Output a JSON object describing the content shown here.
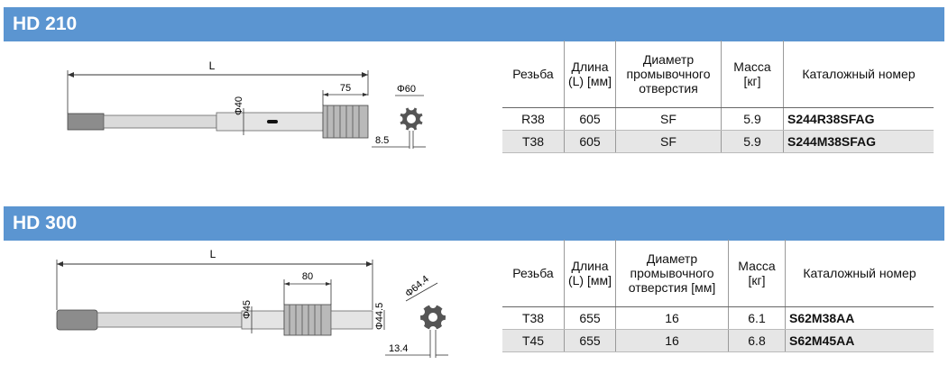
{
  "sections": [
    {
      "title": "HD 210",
      "drawing": {
        "length_label": "L",
        "diameter_label": "Φ40",
        "spline_length_label": "75",
        "end_diameter_label": "Φ60",
        "flush_label": "8.5"
      },
      "table": {
        "headers": [
          "Резьба",
          "Длина (L) [мм]",
          "Диаметр промывочного отверстия",
          "Масса [кг]",
          "Каталожный номер"
        ],
        "rows": [
          [
            "R38",
            "605",
            "SF",
            "5.9",
            "S244R38SFAG"
          ],
          [
            "T38",
            "605",
            "SF",
            "5.9",
            "S244M38SFAG"
          ]
        ]
      }
    },
    {
      "title": "HD 300",
      "drawing": {
        "length_label": "L",
        "diameter_label": "Φ45",
        "spline_length_label": "80",
        "collar_diameter_label": "Φ44.5",
        "end_diameter_label": "Φ64.4",
        "flush_label": "13.4"
      },
      "table": {
        "headers": [
          "Резьба",
          "Длина (L) [мм]",
          "Диаметр промывочного отверстия [мм]",
          "Масса [кг]",
          "Каталожный номер"
        ],
        "rows": [
          [
            "T38",
            "655",
            "16",
            "6.1",
            "S62M38AA"
          ],
          [
            "T45",
            "655",
            "16",
            "6.8",
            "S62M45AA"
          ]
        ]
      }
    }
  ],
  "colors": {
    "banner": "#5b95d1",
    "row_shade": "#e6e6e6"
  }
}
